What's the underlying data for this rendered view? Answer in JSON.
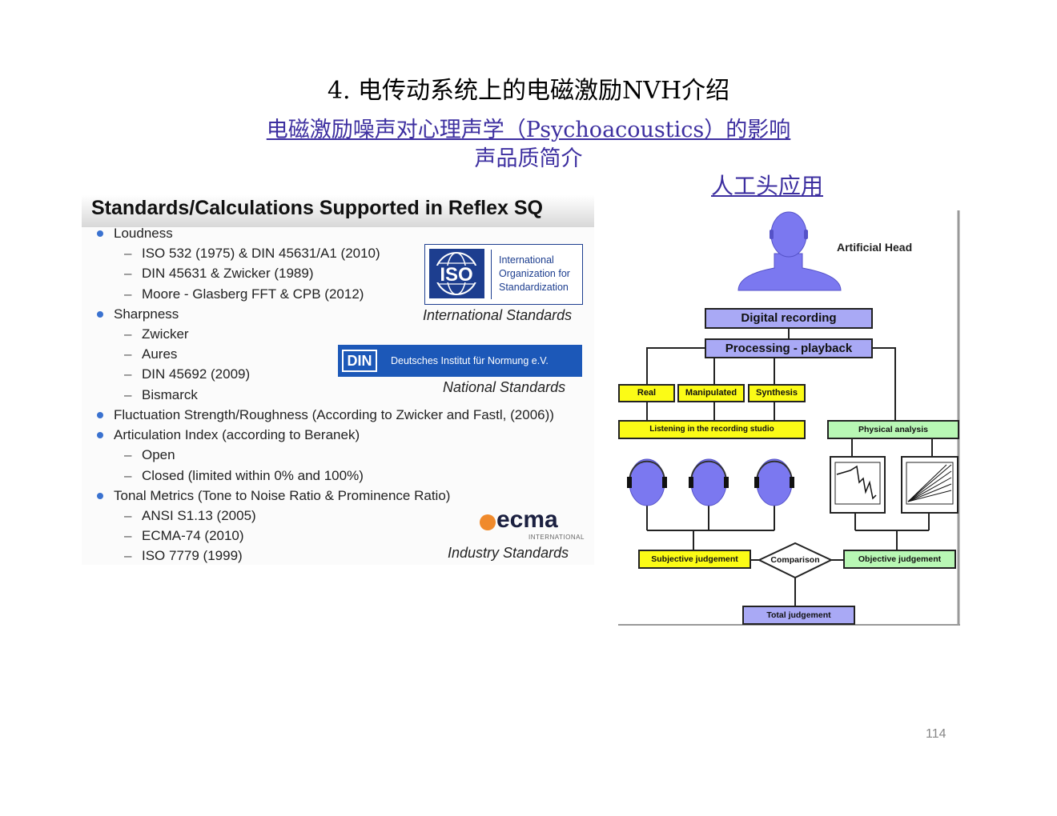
{
  "header": {
    "title": "4.  电传动系统上的电磁激励NVH介绍",
    "subtitle_link": "电磁激励噪声对心理声学（Psychoacoustics）的影响",
    "subtitle_2": "声品质简介",
    "subtitle_3": "人工头应用"
  },
  "standards_panel": {
    "heading": "Standards/Calculations Supported in Reflex SQ",
    "items": [
      {
        "label": "Loudness",
        "subs": [
          "ISO 532 (1975) & DIN 45631/A1 (2010)",
          "DIN 45631 & Zwicker (1989)",
          "Moore - Glasberg FFT & CPB (2012)"
        ]
      },
      {
        "label": "Sharpness",
        "subs": [
          "Zwicker",
          "Aures",
          "DIN 45692 (2009)",
          "Bismarck"
        ]
      },
      {
        "label": "Fluctuation Strength/Roughness (According to Zwicker and Fastl, (2006))",
        "subs": []
      },
      {
        "label": "Articulation Index (according to Beranek)",
        "subs": [
          "Open",
          "Closed (limited within 0% and 100%)"
        ]
      },
      {
        "label": "Tonal Metrics (Tone to Noise Ratio & Prominence Ratio)",
        "subs": [
          "ANSI S1.13 (2005)",
          "ECMA-74 (2010)",
          "ISO 7779 (1999)"
        ]
      }
    ],
    "iso_logo_text": "ISO",
    "iso_org": [
      "International",
      "Organization for",
      "Standardization"
    ],
    "iso_caption": "International Standards",
    "din_logo_text": "DIN",
    "din_org": "Deutsches Institut für Normung e.V.",
    "din_caption": "National Standards",
    "ecma_logo_text": "ecma",
    "ecma_sub": "INTERNATIONAL",
    "ecma_caption": "Industry Standards"
  },
  "diagram": {
    "artificial_head": "Artificial Head",
    "digital_recording": "Digital recording",
    "processing": "Processing - playback",
    "real": "Real",
    "manipulated": "Manipulated",
    "synthesis": "Synthesis",
    "listening": "Listening in the recording studio",
    "physical": "Physical analysis",
    "subjective": "Subjective judgement",
    "comparison": "Comparison",
    "objective": "Objective judgement",
    "total": "Total judgement",
    "colors": {
      "blue": "#a9a9f5",
      "yellow": "#fbfb16",
      "green": "#b8f7b4",
      "head": "#7b78f0"
    }
  },
  "page_number": "114"
}
